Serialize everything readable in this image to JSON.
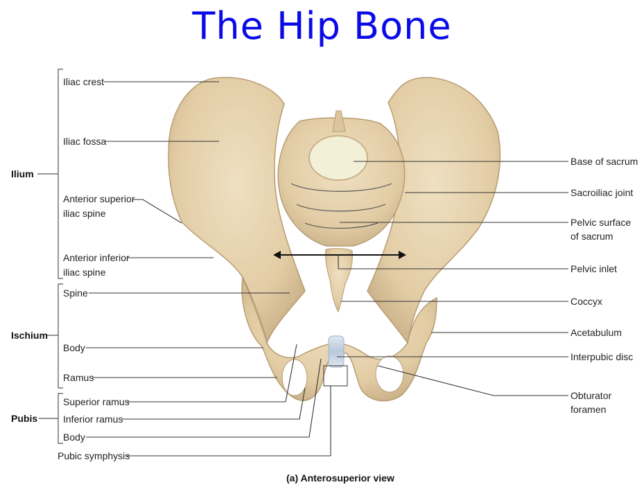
{
  "title": "The Hip Bone",
  "caption": "(a) Anterosuperior view",
  "groups": {
    "ilium": "Ilium",
    "ischium": "Ischium",
    "pubis": "Pubis"
  },
  "labels_left": {
    "iliac_crest": "Iliac crest",
    "iliac_fossa": "Iliac fossa",
    "asis_1": "Anterior superior",
    "asis_2": "iliac spine",
    "aiis_1": "Anterior inferior",
    "aiis_2": "iliac spine",
    "spine": "Spine",
    "ischium_body": "Body",
    "ramus": "Ramus",
    "superior_ramus": "Superior ramus",
    "inferior_ramus": "Inferior ramus",
    "pubis_body": "Body",
    "pubic_symphysis": "Pubic symphysis"
  },
  "labels_right": {
    "base_of_sacrum": "Base of sacrum",
    "sacroiliac_joint": "Sacroiliac joint",
    "pelvic_surface_1": "Pelvic surface",
    "pelvic_surface_2": "of sacrum",
    "pelvic_inlet": "Pelvic inlet",
    "coccyx": "Coccyx",
    "acetabulum": "Acetabulum",
    "interpubic_disc": "Interpubic disc",
    "obturator_1": "Obturator",
    "obturator_2": "foramen"
  },
  "colors": {
    "title": "#0a0ae8",
    "bone": "#e6d3b0",
    "bone_shadow": "#cbb58f",
    "sacrum_top": "#f3f0d8",
    "disc": "#c9d6e6"
  }
}
